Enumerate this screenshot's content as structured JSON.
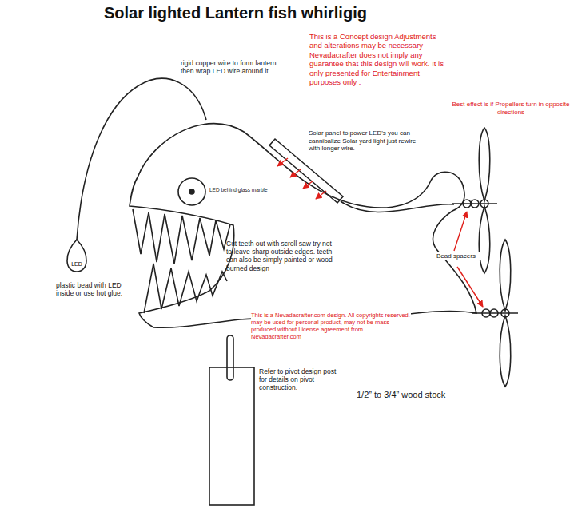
{
  "diagram": {
    "title": "Solar lighted Lantern fish whirligig",
    "nodes": [
      {
        "text": [
          "LED"
        ]
      }
    ],
    "labels": [
      "rigid copper wire to form lantern. then wrap LED wire around it.",
      "This is a Concept design Adjustments and alterations may be necessary Nevadacrafter does not imply any guarantee that this design will work. It is only presented for Entertainment purposes only .",
      "Best effect is if Propellers turn in opposite directions",
      "Solar panel to power LED's you can cannibalize Solar yard light just rewire with longer wire.",
      "LED behind glass marble",
      "plastic bead with LED inside or use hot glue.",
      "Cut teeth out with scroll saw try not to leave sharp outside edges. teeth can also be simply painted or wood burned design",
      "Bead spacers",
      "This is a Nevadacrafter.com design. All copyrights reserved. may be used for personal product, may not be mass produced without License agreement from Nevadacrafter.com",
      "Refer to pivot design post for details on pivot construction.",
      "1/2” to 3/4” wood stock"
    ]
  }
}
